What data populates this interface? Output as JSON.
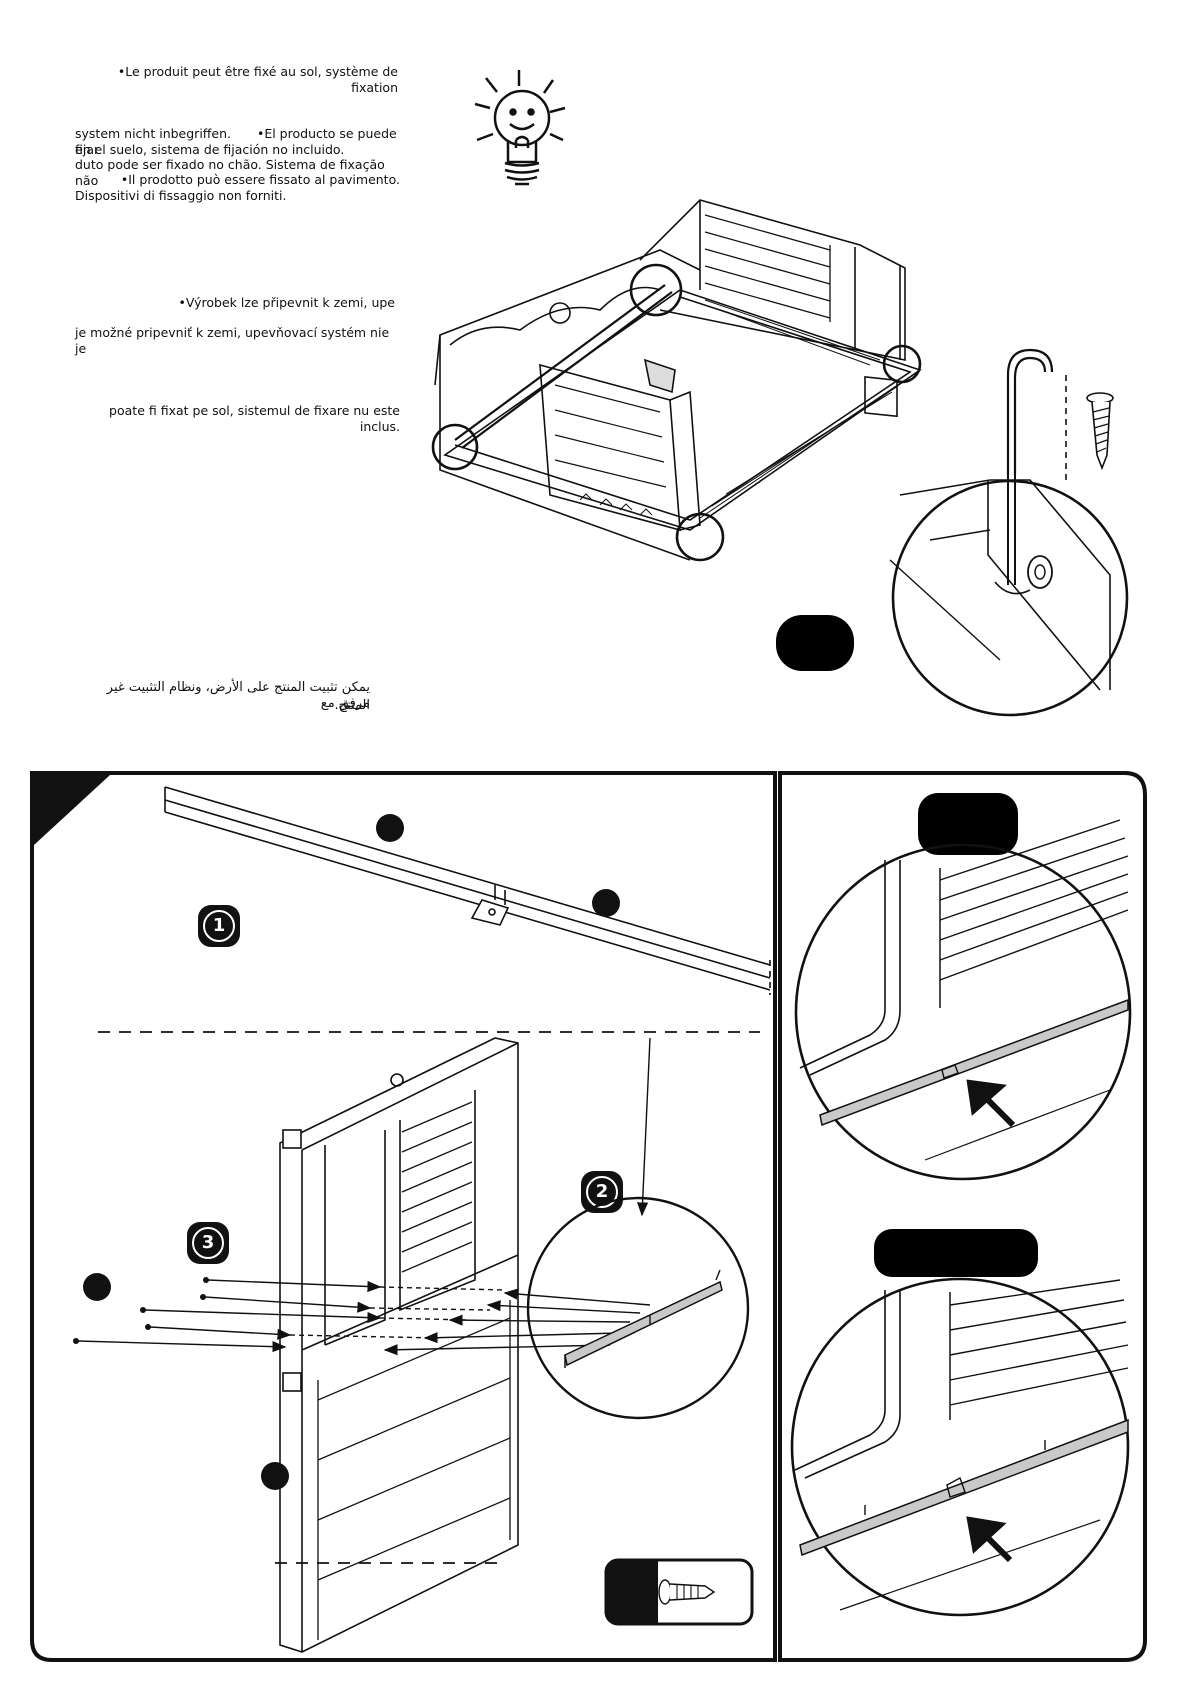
{
  "notes": {
    "fr": "•Le produit peut être fixé au sol, système de fixation",
    "de_tail": "system nicht inbegriffen.",
    "es": "•El producto se puede fijar",
    "es_2": "en el suelo, sistema de fijación no incluido.",
    "pt": "duto pode ser fixado no chão. Sistema de fixação não",
    "it": "•Il prodotto può essere fissato al pavimento.",
    "it_2": "Dispositivi di fissaggio non forniti.",
    "cs": "•Výrobek lze připevnit k zemi, upe",
    "sk": "je možné pripevniť k zemi, upevňovací systém nie je",
    "ro": "poate fi fixat pe sol, sistemul de fixare nu este inclus.",
    "ar": "يمكن تثبيت المنتج على الأرض، ونظام التثبيت غير مرفق مع",
    "ar_2": "المنتج."
  },
  "steps": {
    "step1": "1",
    "step2": "2",
    "step3": "3"
  },
  "icons": {
    "tip": "lightbulb-icon",
    "screw": "screw-icon",
    "peg": "ground-peg-icon",
    "arrow": "arrow-icon"
  },
  "colors": {
    "ink": "#111111",
    "rail_fill": "#c9c9c9",
    "black": "#000000"
  }
}
